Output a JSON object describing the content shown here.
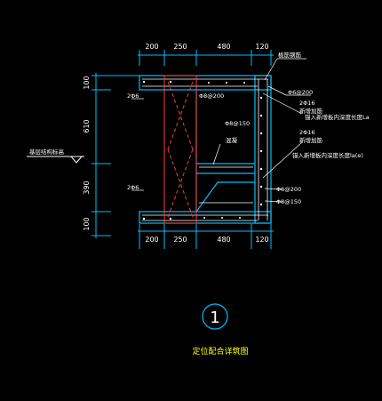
{
  "drawing": {
    "dims_top": [
      "200",
      "250",
      "480",
      "120"
    ],
    "dims_bottom": [
      "200",
      "250",
      "480",
      "120"
    ],
    "dims_left": [
      "100",
      "610",
      "390",
      "100"
    ],
    "labels": {
      "top_right_steel": "植筋钢筋",
      "ring_top": "Φ6@200",
      "bars_top": "2Φ16",
      "add_top": "新增加筋",
      "anchor_top": "锚入新增板内深度长度La",
      "hoop_mid": "Φ8@150",
      "bars_mid": "2Φ16",
      "add_mid": "新增加筋",
      "anchor_mid": "锚入新增板内深度长度la(e)",
      "ring_low": "Φ6@200",
      "hoop_low": "Φ8@150",
      "left_top_bars": "2Φ6",
      "left_low_bars": "2Φ6",
      "ground_label": "基层结构标高",
      "inner_top_ring": "Φ8@200",
      "inner_mid_hoop": "Φ8@150",
      "center_note": "混凝"
    },
    "caption": {
      "number": "1",
      "title": "定位配合详筑图"
    },
    "colors": {
      "structure": "#00bfff",
      "rebar": "#ffffff",
      "column": "#ff3b3b",
      "dimension": "#00bfff",
      "title": "#ffff00"
    }
  }
}
